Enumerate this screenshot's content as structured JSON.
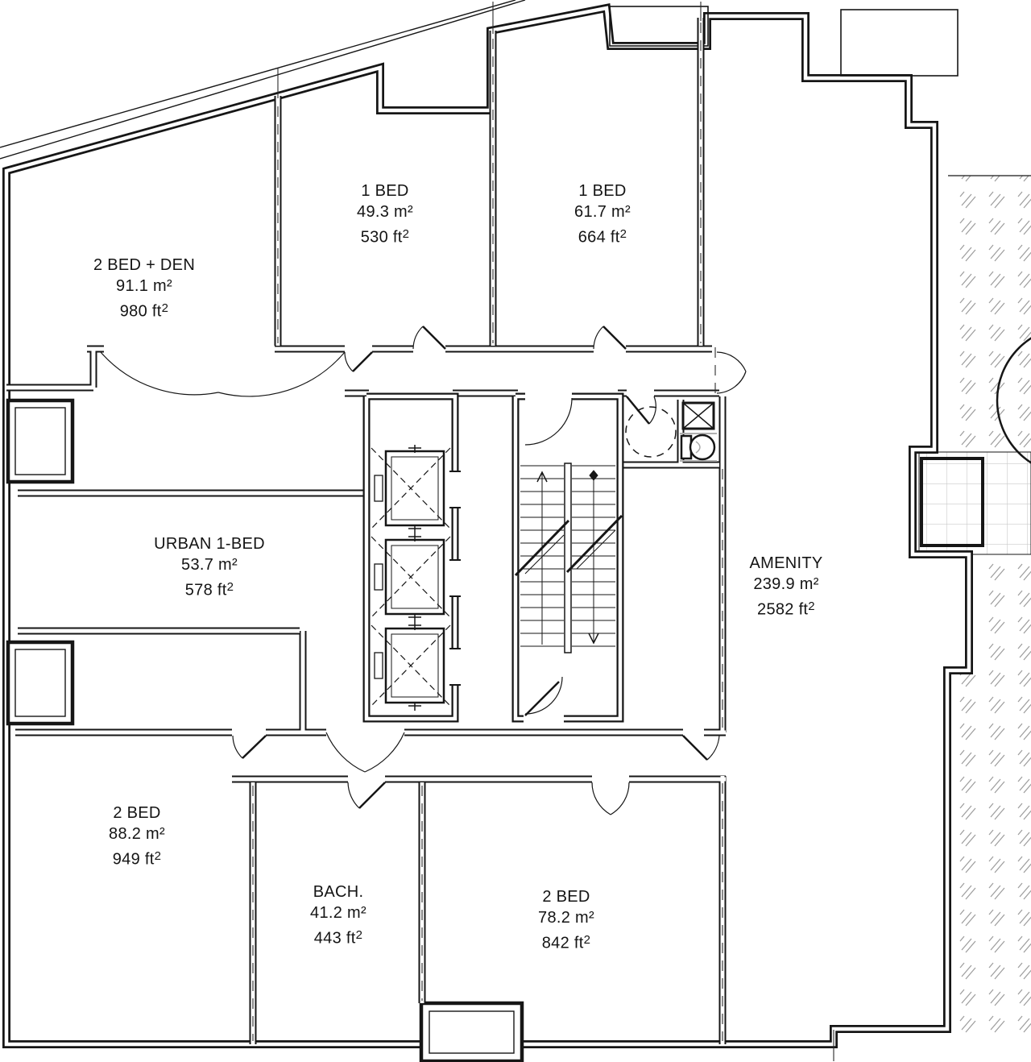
{
  "drawing": {
    "kind": "residential-tower-floor-plan",
    "colors": {
      "line": "#161616",
      "hatch": "#9f9f9f",
      "tile_grid": "#c9c9c9",
      "background": "#ffffff",
      "dash": "#2a2a2a"
    }
  },
  "sup": "2",
  "units": [
    {
      "id": "2-bed-den",
      "name": "2 BED + DEN",
      "area_m2": "91.1 m²",
      "area_ft": "980 ft"
    },
    {
      "id": "1-bed-a",
      "name": "1 BED",
      "area_m2": "49.3 m²",
      "area_ft": "530 ft"
    },
    {
      "id": "1-bed-b",
      "name": "1 BED",
      "area_m2": "61.7 m²",
      "area_ft": "664 ft"
    },
    {
      "id": "urban-1-bed",
      "name": "URBAN 1-BED",
      "area_m2": "53.7 m²",
      "area_ft": "578 ft"
    },
    {
      "id": "amenity",
      "name": "AMENITY",
      "area_m2": "239.9 m²",
      "area_ft": "2582 ft"
    },
    {
      "id": "2-bed-a",
      "name": "2 BED",
      "area_m2": "88.2 m²",
      "area_ft": "949 ft"
    },
    {
      "id": "bachelor",
      "name": "BACH.",
      "area_m2": "41.2 m²",
      "area_ft": "443 ft"
    },
    {
      "id": "2-bed-b",
      "name": "2 BED",
      "area_m2": "78.2 m²",
      "area_ft": "842 ft"
    }
  ]
}
